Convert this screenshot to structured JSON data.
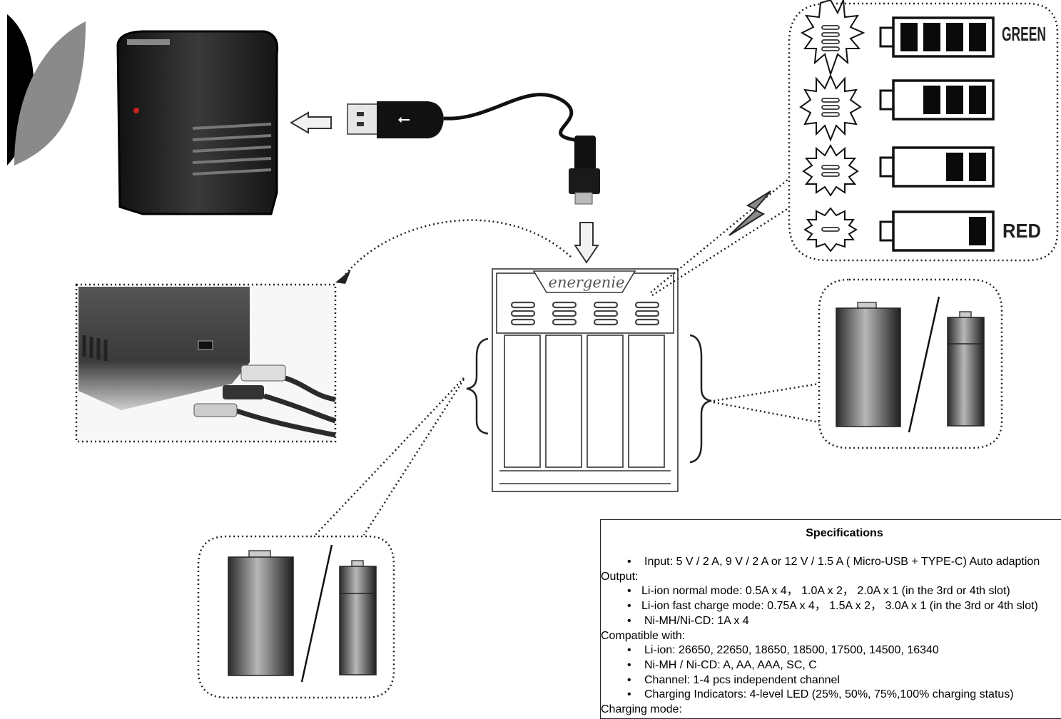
{
  "indicators": {
    "top_label": "GREEN",
    "bottom_label": "RED",
    "levels": [
      1.0,
      0.75,
      0.5,
      0.25
    ]
  },
  "brand": "energenie",
  "specifications": {
    "title": "Specifications",
    "input_line": "Input: 5 V / 2 A, 9 V / 2 A or 12 V / 1.5 A ( Micro-USB + TYPE-C) Auto adaption",
    "output_heading": "Output:",
    "output_items": [
      "Li-ion normal mode: 0.5A x 4，  1.0A x 2，  2.0A x 1 (in the 3rd or 4th slot)",
      "Li-ion fast charge mode: 0.75A x 4，  1.5A x 2，  3.0A x 1 (in the 3rd or 4th slot)",
      "Ni-MH/Ni-CD: 1A x 4"
    ],
    "compatible_heading": "Compatible with:",
    "compatible_items": [
      "Li-ion: 26650, 22650, 18650, 18500, 17500, 14500, 16340",
      "Ni-MH / Ni-CD: A, AA, AAA, SC, C",
      "Channel: 1-4 pcs independent channel",
      "Charging Indicators: 4-level LED (25%, 50%, 75%,100% charging status)"
    ],
    "charging_modes_heading": "Charging mode:"
  },
  "colors": {
    "line": "#222222",
    "panel_border": "#222222"
  }
}
